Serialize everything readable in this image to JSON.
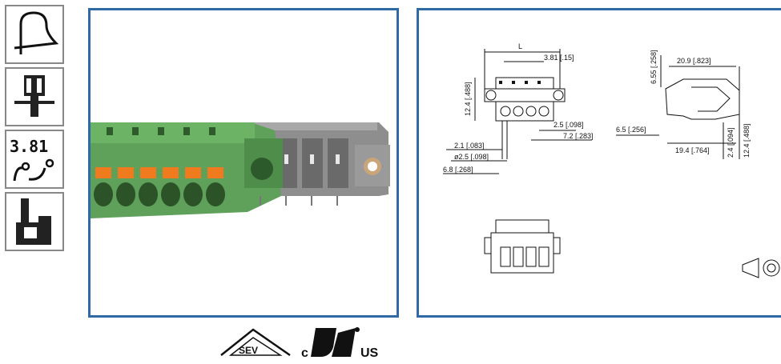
{
  "sidebar": {
    "icons": [
      {
        "name": "wire-loop-icon"
      },
      {
        "name": "panel-mount-icon"
      },
      {
        "name": "pitch-icon",
        "label": "3.81"
      },
      {
        "name": "actuator-push-icon"
      }
    ]
  },
  "drawing": {
    "dims": {
      "L": "L",
      "pitch": "3.81 [.15]",
      "h_left": "12.4 [.488]",
      "d25": "2.5 [.098]",
      "d72": "7.2 [.283]",
      "d21": "2.1 [.083]",
      "dia25": "ø2.5 [.098]",
      "d68": "6.8 [.268]",
      "d655": "6.55 [.258]",
      "d209": "20.9 [.823]",
      "d65": "6.5 [.256]",
      "d194": "19.4 [.764]",
      "d24": "2.4 [.094]",
      "h_right": "12.4 [.488]"
    }
  },
  "certifications": {
    "sev": "SEV",
    "ul_c": "c",
    "ul_us": "US"
  }
}
